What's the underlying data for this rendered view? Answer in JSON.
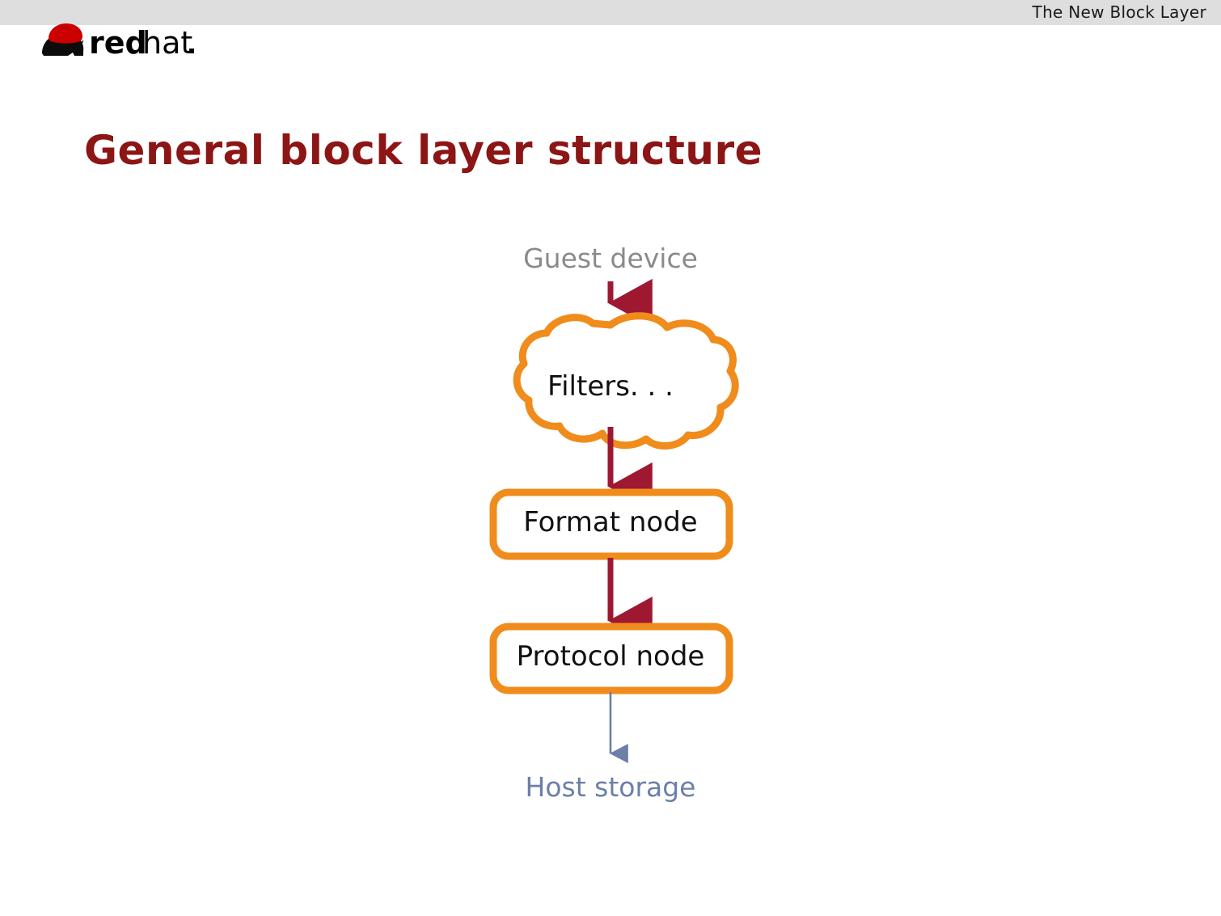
{
  "header": {
    "running_title": "The New Block Layer",
    "bar_color": "#dedede"
  },
  "brand": {
    "name_bold": "red",
    "name_light": "hat",
    "logo_icon": "redhat-shadowman-logo",
    "hat_color": "#cc0000",
    "text_color": "#000000"
  },
  "slide": {
    "title": "General block layer structure",
    "title_color": "#8c1515",
    "background_color": "#ffffff"
  },
  "diagram": {
    "type": "flow",
    "accent_orange": "#ef8c1c",
    "arrow_dark_red": "#9e1832",
    "arrow_blue_gray": "#6b7fa8",
    "nodes": [
      {
        "id": "guest-device",
        "label": "Guest device",
        "shape": "text",
        "color": "#8a8a8a"
      },
      {
        "id": "filters",
        "label": "Filters. . .",
        "shape": "cloud",
        "color": "#111111",
        "border": "#ef8c1c"
      },
      {
        "id": "format-node",
        "label": "Format node",
        "shape": "roundrect",
        "color": "#111111",
        "border": "#ef8c1c"
      },
      {
        "id": "protocol-node",
        "label": "Protocol node",
        "shape": "roundrect",
        "color": "#111111",
        "border": "#ef8c1c"
      },
      {
        "id": "host-storage",
        "label": "Host storage",
        "shape": "text",
        "color": "#6b7fa8"
      }
    ],
    "edges": [
      {
        "from": "guest-device",
        "to": "filters",
        "style": "thick",
        "color": "#9e1832"
      },
      {
        "from": "filters",
        "to": "format-node",
        "style": "thick",
        "color": "#9e1832"
      },
      {
        "from": "format-node",
        "to": "protocol-node",
        "style": "thick",
        "color": "#9e1832"
      },
      {
        "from": "protocol-node",
        "to": "host-storage",
        "style": "thin",
        "color": "#6b7fa8"
      }
    ]
  }
}
